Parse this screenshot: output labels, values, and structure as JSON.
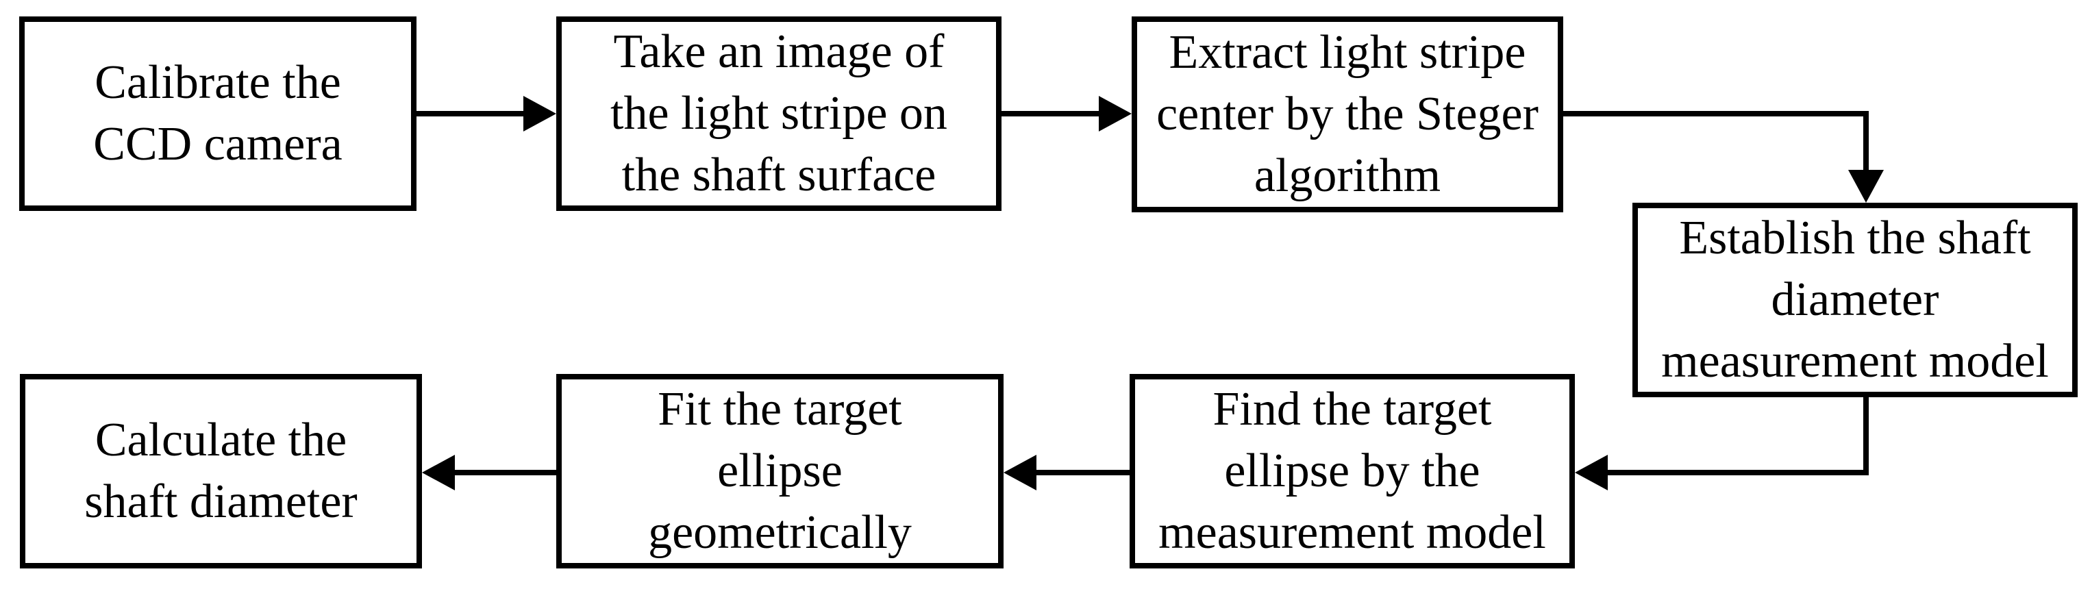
{
  "diagram": {
    "type": "flowchart",
    "background_color": "#ffffff",
    "line_color": "#000000",
    "nodes": [
      {
        "id": "calibrate-camera",
        "label": "Calibrate the\nCCD camera"
      },
      {
        "id": "take-image",
        "label": "Take an image of\nthe light stripe on\nthe shaft surface"
      },
      {
        "id": "extract-center",
        "label": "Extract light stripe\ncenter by the Steger\nalgorithm"
      },
      {
        "id": "establish-model",
        "label": "Establish the shaft\ndiameter\nmeasurement model"
      },
      {
        "id": "find-ellipse",
        "label": "Find the target\nellipse by the\nmeasurement model"
      },
      {
        "id": "fit-ellipse",
        "label": "Fit the target\nellipse\ngeometrically"
      },
      {
        "id": "calculate-diameter",
        "label": "Calculate the\nshaft diameter"
      }
    ],
    "edges": [
      {
        "from": "calibrate-camera",
        "to": "take-image"
      },
      {
        "from": "take-image",
        "to": "extract-center"
      },
      {
        "from": "extract-center",
        "to": "establish-model"
      },
      {
        "from": "establish-model",
        "to": "find-ellipse"
      },
      {
        "from": "find-ellipse",
        "to": "fit-ellipse"
      },
      {
        "from": "fit-ellipse",
        "to": "calculate-diameter"
      }
    ]
  }
}
